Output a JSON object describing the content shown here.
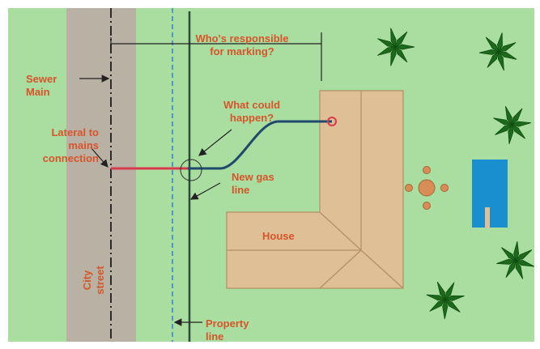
{
  "colors": {
    "page_bg": "#ffffff",
    "lawn": "#aadda0",
    "street": "#b9b1a4",
    "house_fill": "#dfbf95",
    "house_edge": "#b58f64",
    "gas_line": "#1f4a6e",
    "lateral": "#d8394b",
    "label": "#d8542b",
    "pool": "#1a8fd0",
    "property_line": "#3a7bd5",
    "tree": "#1c6b1c",
    "patio": "#d98c56"
  },
  "labels": {
    "responsibility_question": "Who's responsible\nfor marking?",
    "sewer_main": "Sewer\nMain",
    "what_could_happen": "What could\nhappen?",
    "lateral_connection": "Lateral to\nmains\nconnection",
    "new_gas_line": "New gas\nline",
    "house": "House",
    "city_street": "City\nstreet",
    "property_line": "Property\nline"
  },
  "icons": {
    "tree": "palm-tree-icon",
    "patio_table": "round-table-icon",
    "pool": "pool-icon"
  }
}
